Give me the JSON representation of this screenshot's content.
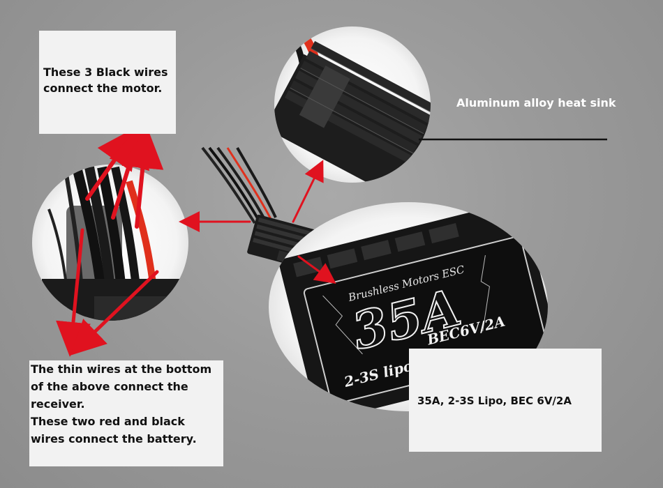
{
  "annotations": {
    "motor_wires": "These 3 Black wires connect the motor.",
    "heat_sink": "Aluminum alloy heat sink",
    "receiver_battery": [
      "The thin wires at the bottom",
      "of the above connect the",
      "receiver.",
      "These two red and black",
      "wires connect the battery."
    ],
    "spec": "35A, 2-3S Lipo, BEC 6V/2A"
  },
  "esc_label": {
    "brand_line": "Brushless Motors ESC",
    "current": "35A",
    "lipo": "2-3S lipo",
    "bec": "BEC6V/2A"
  },
  "colors": {
    "arrow": "#e0121f",
    "wire_red": "#e0301c",
    "heatsink": "#1b1b1b",
    "note_bg": "#f2f2f2"
  }
}
